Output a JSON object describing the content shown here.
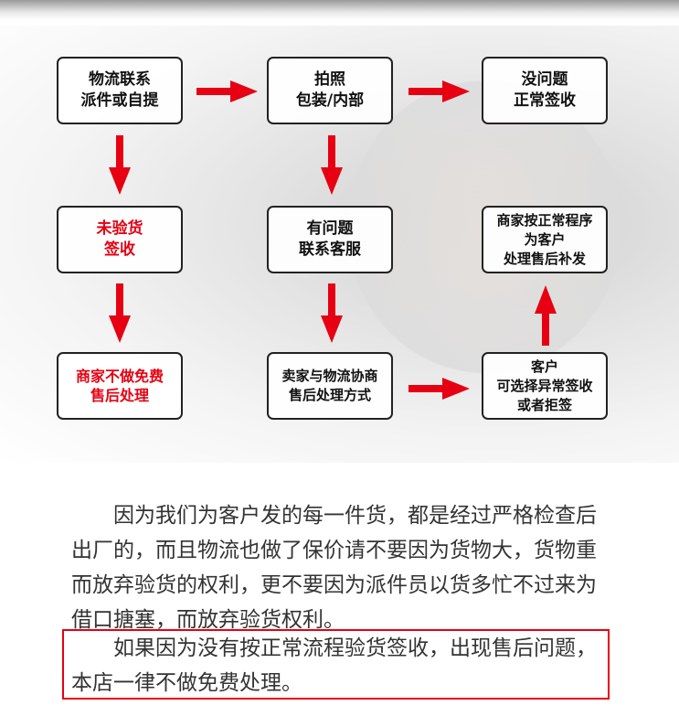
{
  "flow": {
    "b1": "物流联系\n派件或自提",
    "b2": "拍照\n包装/内部",
    "b3": "没问题\n正常签收",
    "b4": "未验货\n签收",
    "b5": "有问题\n联系客服",
    "b6": "商家按正常程序\n为客户\n处理售后补发",
    "b7": "商家不做免费\n售后处理",
    "b8": "卖家与物流协商\n售后处理方式",
    "b9": "客户\n可选择异常签收\n或者拒签"
  },
  "colors": {
    "accent": "#e60012"
  },
  "text": {
    "p1": "因为我们为客户发的每一件货，都是经过严格检查后出厂的，而且物流也做了保价请不要因为货物大，货物重而放弃验货的权利，更不要因为派件员以货多忙不过来为借口搪塞，而放弃验货权利。",
    "p2": "如果因为没有按正常流程验货签收，出现售后问题，本店一律不做免费处理。"
  }
}
